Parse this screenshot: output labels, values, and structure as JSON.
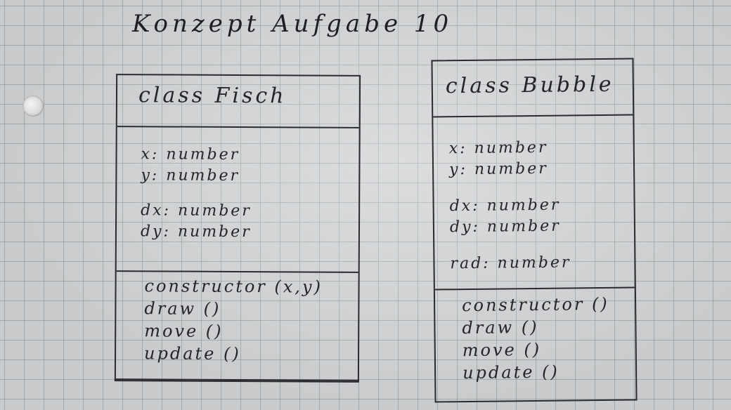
{
  "title": "Konzept Aufgabe 10",
  "diagram": {
    "classes": [
      {
        "name": "class Fisch",
        "attributes": [
          "x: number",
          "y: number",
          "dx: number",
          "dy: number"
        ],
        "methods": [
          "constructor (x,y)",
          "draw ()",
          "move ()",
          "update ()"
        ]
      },
      {
        "name": "class Bubble",
        "attributes": [
          "x: number",
          "y: number",
          "dx: number",
          "dy: number",
          "rad: number"
        ],
        "methods": [
          "constructor ()",
          "draw ()",
          "move ()",
          "update ()"
        ]
      }
    ]
  },
  "colors": {
    "paper": "#c9cbcc",
    "grid": "#5a646e",
    "ink": "#24252b"
  }
}
